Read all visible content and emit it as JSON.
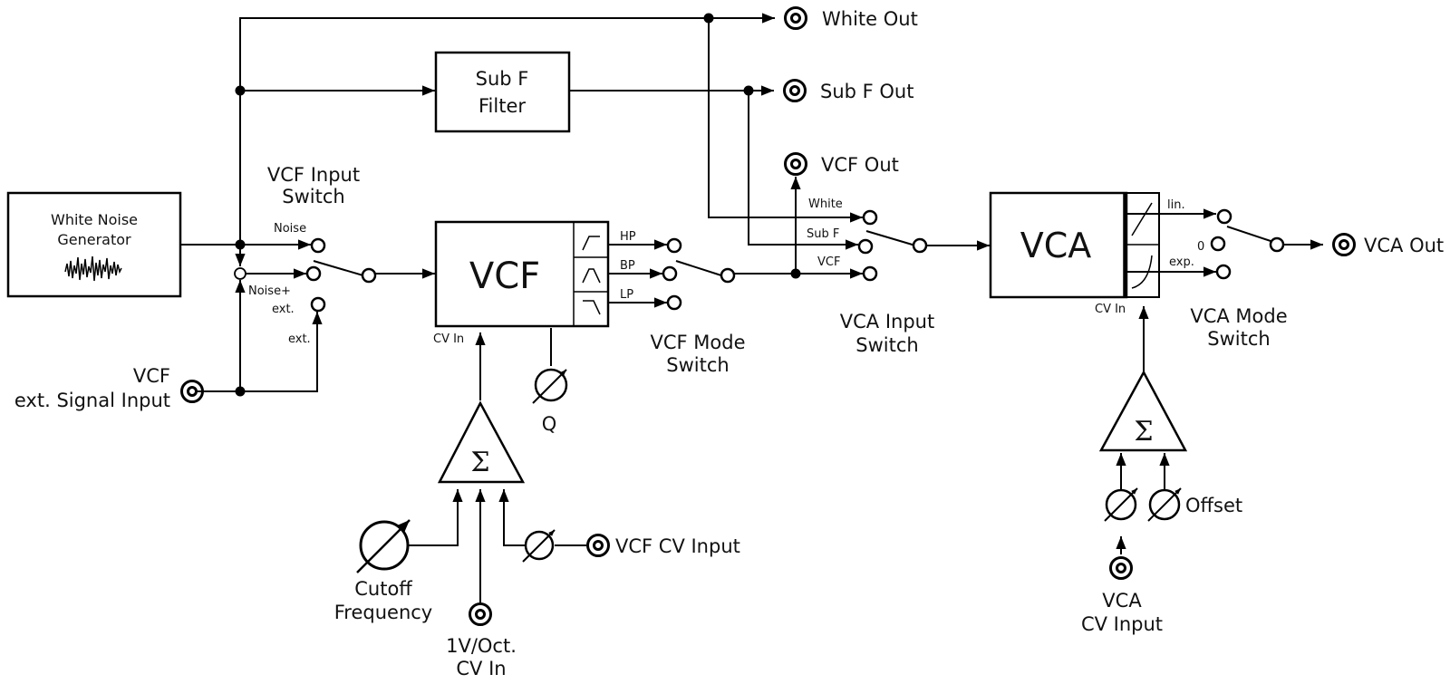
{
  "colors": {
    "ink": "#000000",
    "background": "#ffffff"
  },
  "blocks": {
    "white_noise": "White Noise Generator",
    "white_noise_line1": "White Noise",
    "white_noise_line2": "Generator",
    "subf_line1": "Sub F",
    "subf_line2": "Filter",
    "vcf": "VCF",
    "vca": "VCA",
    "sigma": "Σ"
  },
  "jacks": {
    "white_out": "White Out",
    "subf_out": "Sub F Out",
    "vcf_out": "VCF Out",
    "vca_out": "VCA Out",
    "vcf_ext_line1": "VCF",
    "vcf_ext_line2": "ext. Signal Input",
    "vcf_cv_input": "VCF CV Input",
    "oct_line1": "1V/Oct.",
    "oct_line2": "CV In",
    "vca_cv_line1": "VCA",
    "vca_cv_line2": "CV Input"
  },
  "switches": {
    "vcf_input_line1": "VCF Input",
    "vcf_input_line2": "Switch",
    "vcf_mode_line1": "VCF Mode",
    "vcf_mode_line2": "Switch",
    "vca_input_line1": "VCA Input",
    "vca_input_line2": "Switch",
    "vca_mode_line1": "VCA Mode",
    "vca_mode_line2": "Switch"
  },
  "labels": {
    "noise": "Noise",
    "noise_ext_line1": "Noise+",
    "noise_ext_line2": "ext.",
    "ext": "ext.",
    "hp": "HP",
    "bp": "BP",
    "lp": "LP",
    "white": "White",
    "subf": "Sub F",
    "vcf_sel": "VCF",
    "lin": "lin.",
    "zero": "0",
    "exp": "exp.",
    "cv_in_vcf": "CV In",
    "cv_in_vca": "CV In",
    "q": "Q",
    "cutoff_line1": "Cutoff",
    "cutoff_line2": "Frequency",
    "offset": "Offset"
  }
}
